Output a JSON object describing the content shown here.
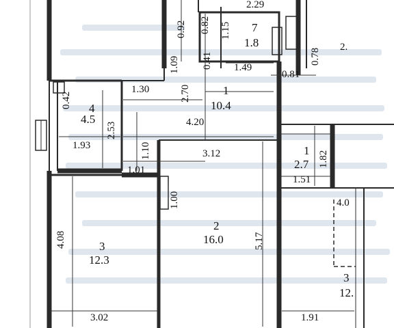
{
  "rooms": [
    {
      "id": "7",
      "area": "1.8"
    },
    {
      "id": "1",
      "area": "10.4"
    },
    {
      "id": "4",
      "area": "4.5"
    },
    {
      "id": "1",
      "area": "2.7"
    },
    {
      "id": "3",
      "area": "12.3"
    },
    {
      "id": "2",
      "area": "16.0"
    },
    {
      "id": "3",
      "area": "12."
    }
  ],
  "dimensions": {
    "d_2_29": "2.29",
    "d_0_92": "0.92",
    "d_0_82": "0.82",
    "d_1_15": "1.15",
    "d_0_78": "0.78",
    "d_2_partial": "2.",
    "d_1_09": "1.09",
    "d_0_41": "0.41",
    "d_1_49": "1.49",
    "d_0_81": "0.81",
    "d_0_42": "0.42",
    "d_1_30": "1.30",
    "d_2_70": "2.70",
    "d_4_20": "4.20",
    "d_2_53": "2.53",
    "d_1_93": "1.93",
    "d_1_10": "1.10",
    "d_3_12": "3.12",
    "d_1_82": "1.82",
    "d_1_01": "1.01",
    "d_1_51": "1.51",
    "d_1_00": "1.00",
    "d_4_0": "4.0",
    "d_5_17": "5.17",
    "d_4_08": "4.08",
    "d_3_02": "3.02",
    "d_1_91": "1.91"
  },
  "colors": {
    "wall": "#2a2a2a",
    "stroke": "#333333",
    "text": "#111111"
  }
}
